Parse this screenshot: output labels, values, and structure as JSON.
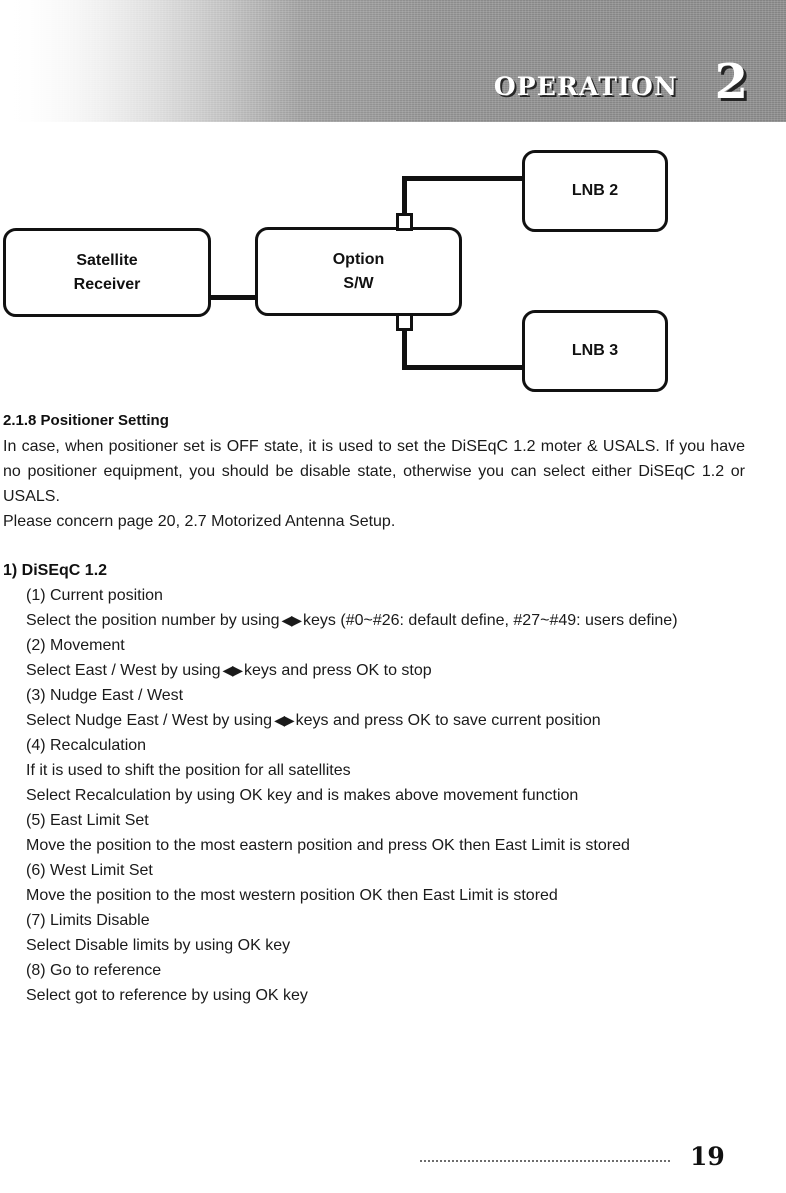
{
  "header": {
    "title": "OPERATION",
    "chapter": "2"
  },
  "diagram": {
    "nodes": [
      {
        "name": "satellite-receiver",
        "line1": "Satellite",
        "line2": "Receiver"
      },
      {
        "name": "option-switch",
        "line1": "Option",
        "line2": "S/W"
      },
      {
        "name": "lnb-2",
        "line1": "LNB 2",
        "line2": ""
      },
      {
        "name": "lnb-3",
        "line1": "LNB 3",
        "line2": ""
      }
    ]
  },
  "section": {
    "heading": "2.1.8 Positioner Setting",
    "paragraph": "In case, when positioner set is OFF state, it is used to set the DiSEqC 1.2 moter & USALS. If you have no positioner equipment, you should be disable state, otherwise you can select either DiSEqC 1.2 or USALS.",
    "note": "Please concern page 20, 2.7 Motorized Antenna Setup.",
    "subheading": "1) DiSEqC 1.2",
    "items": {
      "i1_label": "(1) Current position",
      "i1_text_a": "Select the position number by using",
      "i1_arrows": "◀▶",
      "i1_text_b": "keys (#0~#26: default define, #27~#49: users define)",
      "i2_label": "(2) Movement",
      "i2_text_a": "Select East / West by using",
      "i2_arrows": "◀▶",
      "i2_text_b": "keys and press OK to stop",
      "i3_label": "(3) Nudge East / West",
      "i3_text_a": "Select Nudge East / West by using",
      "i3_arrows": "◀▶",
      "i3_text_b": "keys and press OK to save current position",
      "i4_label": "(4) Recalculation",
      "i4_text_a": "If it is used to shift the position for all satellites",
      "i4_text_b": "Select Recalculation by using OK key and is makes above movement function",
      "i5_label": "(5) East Limit Set",
      "i5_text": "Move the position to the most eastern position and press OK then East Limit is stored",
      "i6_label": "(6) West Limit Set",
      "i6_text": "Move the position to the most western position OK then East Limit is stored",
      "i7_label": "(7) Limits Disable",
      "i7_text": "Select Disable limits by using OK key",
      "i8_label": "(8) Go to reference",
      "i8_text": "Select got to reference by using OK key"
    }
  },
  "footer": {
    "page_number": "19"
  }
}
